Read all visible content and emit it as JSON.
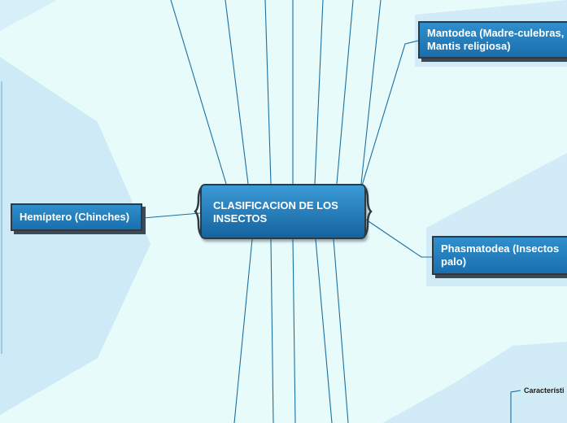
{
  "central": {
    "title": "CLASIFICACION DE LOS INSECTOS"
  },
  "branches": {
    "mantodea": "Mantodea (Madre-culebras, Mantis religiosa)",
    "hemiptero": "Hemíptero (Chinches)",
    "phasmatodea": "Phasmatodea (Insectos palo)"
  },
  "sub_label": "Característi",
  "colors": {
    "background": "#e8fbfb",
    "region": "#cdeaf6",
    "line": "#1a6fa0",
    "node": "#2a85c4",
    "node_border": "#2d3a44"
  }
}
